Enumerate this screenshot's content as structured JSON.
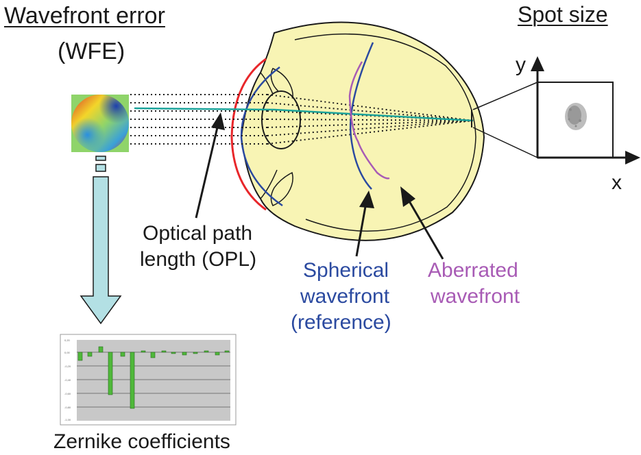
{
  "labels": {
    "wfe_title": "Wavefront error",
    "wfe_abbrev": "(WFE)",
    "spot_title": "Spot size",
    "axis_y": "y",
    "axis_x": "x",
    "opl_line1": "Optical path",
    "opl_line2": "length (OPL)",
    "spherical_line1": "Spherical",
    "spherical_line2": "wavefront",
    "spherical_line3": "(reference)",
    "aberrated_line1": "Aberrated",
    "aberrated_line2": "wavefront",
    "zernike_caption": "Zernike coefficients"
  },
  "colors": {
    "eye_fill": "#f8f4b4",
    "cornea": "#e8262a",
    "spherical": "#2b4aa0",
    "aberrated": "#a85bb5",
    "opl_ray": "#1aa39a",
    "down_arrow": "#b3e0e4",
    "zernike_bar": "#4fb83a",
    "zernike_bg": "#c8c8c8"
  }
}
